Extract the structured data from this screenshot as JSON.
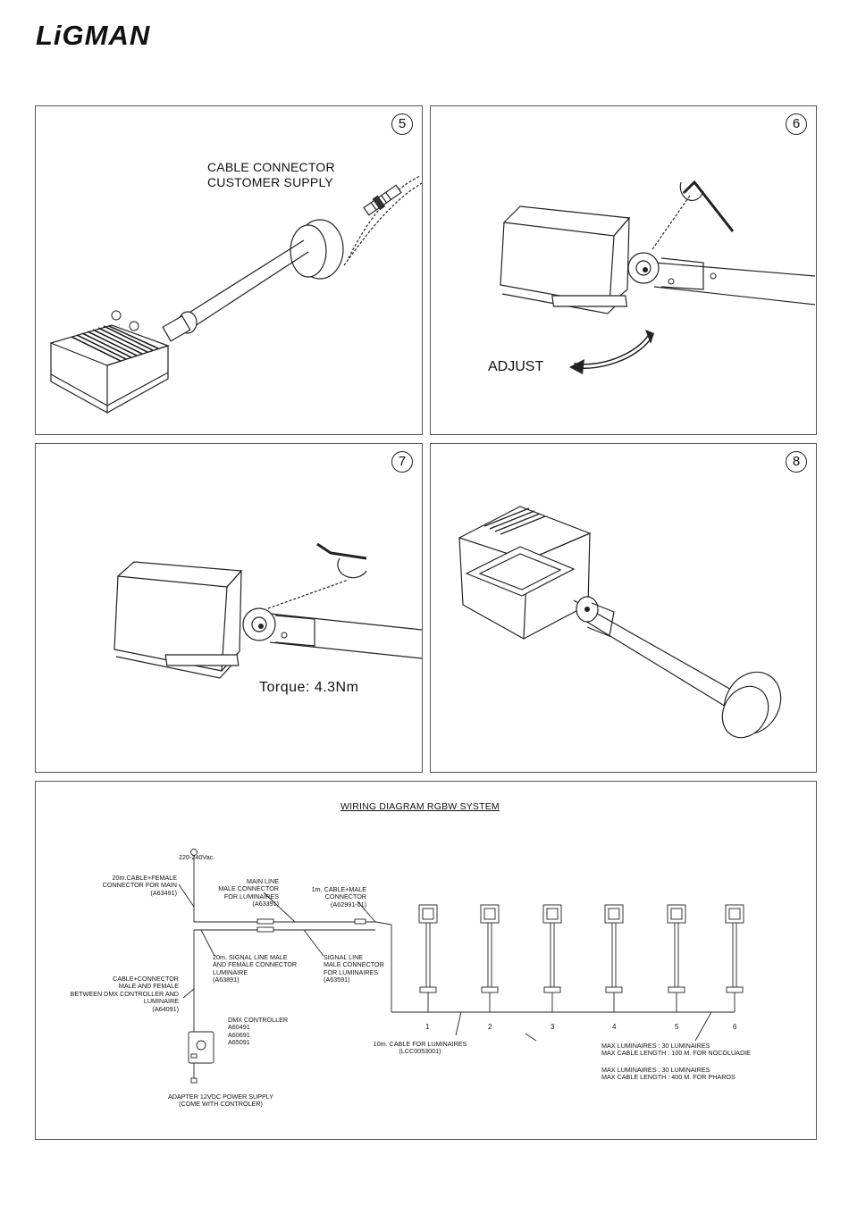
{
  "brand": {
    "name": "LiGMAN"
  },
  "steps": [
    {
      "number": "5",
      "labels": [
        "CABLE CONNECTOR",
        "CUSTOMER SUPPLY"
      ]
    },
    {
      "number": "6",
      "labels": [
        "ADJUST"
      ]
    },
    {
      "number": "7",
      "labels": [
        "Torque: 4.3Nm"
      ]
    },
    {
      "number": "8",
      "labels": []
    }
  ],
  "wiring": {
    "title": "WIRING DIAGRAM RGBW SYSTEM",
    "supply": "220-240Vac.",
    "main_cable": [
      "20m.CABLE+FEMALE",
      "CONNECTOR FOR MAIN",
      "(A63491)"
    ],
    "main_line": [
      "MAIN LINE",
      "MALE CONNECTOR",
      "FOR LUMINAIRES",
      "(A63391)"
    ],
    "cable_1m": [
      "1m. CABLE+MALE",
      "CONNECTOR",
      "(A62991-01)"
    ],
    "signal_20m": [
      "20m. SIGNAL LINE MALE",
      "AND FEMALE CONNECTOR",
      "LUMINAIRE",
      "(A63891)"
    ],
    "signal_line": [
      "SIGNAL LINE",
      "MALE CONNECTOR",
      "FOR LUMINAIRES",
      "(A63591)"
    ],
    "cable_connector": [
      "CABLE+CONNECTOR",
      "MALE AND FEMALE",
      "BETWEEN DMX CONTROLLER AND",
      "LUMINAIRE",
      "(A64091)"
    ],
    "dmx": [
      "DMX CONTROLLER",
      "A60491",
      "A60691",
      "A65091"
    ],
    "adapter": [
      "ADAPTER 12VDC POWER SUPPLY",
      "(COME WITH CONTROLER)"
    ],
    "cable_10m": [
      "10m. CABLE FOR LUMINAIRES",
      "(LCC0053001)"
    ],
    "luminaire_numbers": [
      "1",
      "2",
      "3",
      "4",
      "5",
      "6"
    ],
    "limits_a": [
      "MAX LUMINAIRES : 30 LUMINAIRES",
      "MAX CABLE LENGTH : 100 M. FOR NOCOLUADIE"
    ],
    "limits_b": [
      "MAX LUMINAIRES : 30 LUMINAIRES",
      "MAX CABLE LENGTH : 400 M. FOR PHAROS"
    ]
  }
}
